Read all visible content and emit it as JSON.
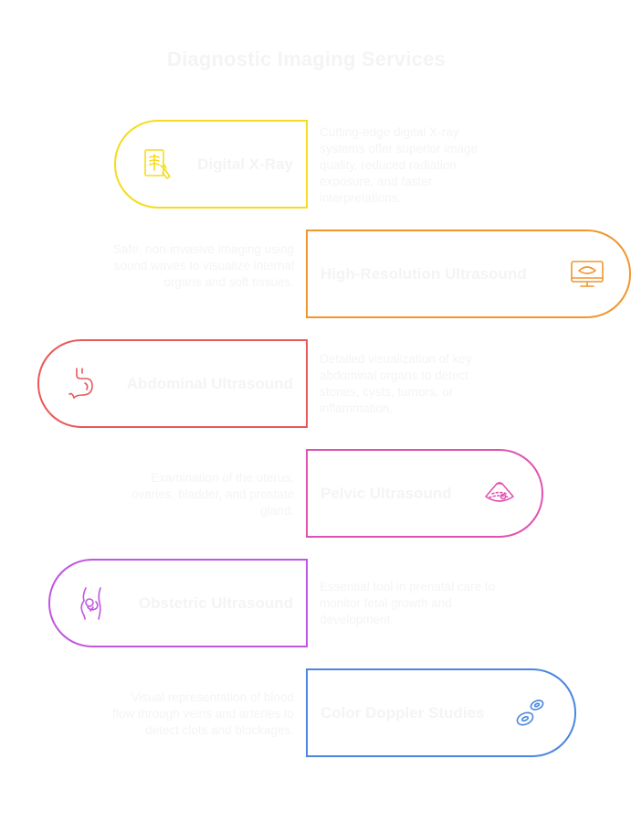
{
  "title": "Diagnostic Imaging Services",
  "services": [
    {
      "name": "Digital X-Ray",
      "description": "Cutting-edge digital X-ray systems offer superior image quality, reduced radiation exposure, and faster interpretations.",
      "color": "#f5dc1f",
      "icon": "xray-film-icon"
    },
    {
      "name": "High-Resolution Ultrasound",
      "description": "Safe, non-invasive imaging using sound waves to visualize internal organs and soft tissues.",
      "color": "#f0962e",
      "icon": "ultrasound-monitor-icon"
    },
    {
      "name": "Abdominal Ultrasound",
      "description": "Detailed visualization of key abdominal organs to detect stones, cysts, tumors, or inflammation.",
      "color": "#e8585a",
      "icon": "stomach-icon"
    },
    {
      "name": "Pelvic Ultrasound",
      "description": "Examination of the uterus, ovaries, bladder, and prostate gland.",
      "color": "#e052b0",
      "icon": "ultrasound-scan-icon"
    },
    {
      "name": "Obstetric Ultrasound",
      "description": "Essential tool in prenatal care to monitor fetal growth and development.",
      "color": "#c056e0",
      "icon": "fetus-icon"
    },
    {
      "name": "Color Doppler Studies",
      "description": "Visual representation of blood flow through veins and arteries to detect clots and blockages.",
      "color": "#4a86e0",
      "icon": "blood-cells-icon"
    }
  ]
}
